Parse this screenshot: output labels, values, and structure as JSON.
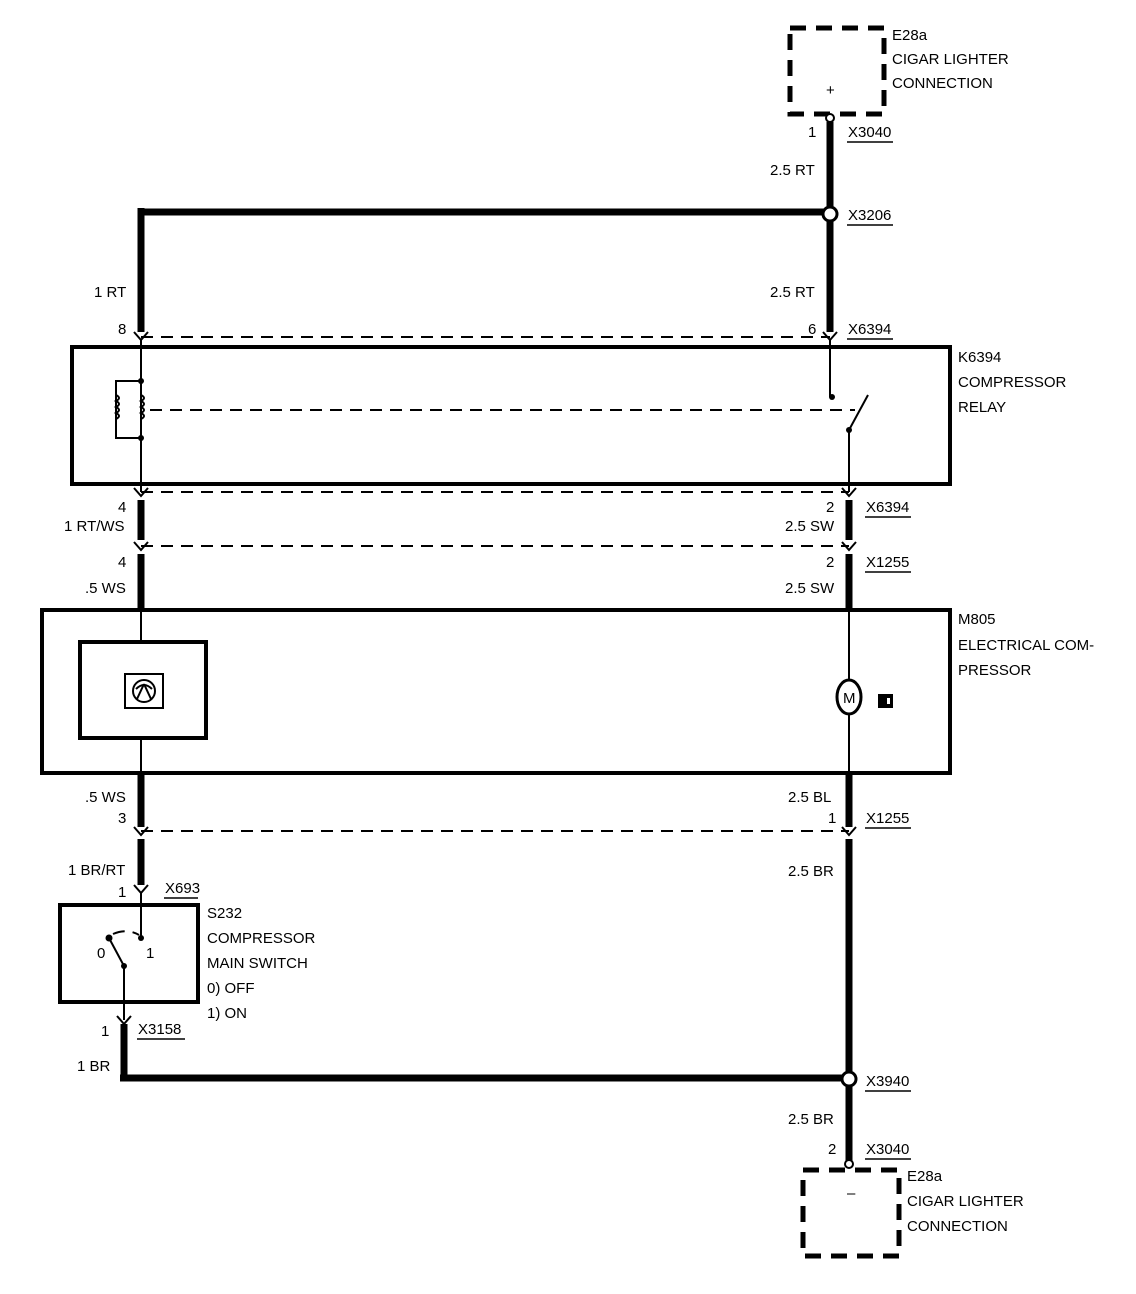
{
  "components": {
    "e28a_top": {
      "id": "E28a",
      "line1": "CIGAR LIGHTER",
      "line2": "CONNECTION",
      "terminal": "+"
    },
    "e28a_bottom": {
      "id": "E28a",
      "line1": "CIGAR LIGHTER",
      "line2": "CONNECTION",
      "terminal": "–"
    },
    "k6394": {
      "id": "K6394",
      "line1": "COMPRESSOR",
      "line2": "RELAY"
    },
    "m805": {
      "id": "M805",
      "line1": "ELECTRICAL COM-",
      "line2": "PRESSOR",
      "motor": "M"
    },
    "s232": {
      "id": "S232",
      "line1": "COMPRESSOR",
      "line2": "MAIN SWITCH",
      "opt0": "0)   OFF",
      "opt1": "1)   ON",
      "pos0": "0",
      "pos1": "1"
    }
  },
  "connectors": {
    "x3040_top": "X3040",
    "x3206": "X3206",
    "x6394_top": "X6394",
    "x6394_bot": "X6394",
    "x1255_top": "X1255",
    "x1255_bot": "X1255",
    "x693": "X693",
    "x3158": "X3158",
    "x3940": "X3940",
    "x3040_bot": "X3040"
  },
  "wires": {
    "w_25rt_1": "2.5 RT",
    "w_25rt_2": "2.5 RT",
    "w_1rt": "1 RT",
    "w_1rtws": "1 RT/WS",
    "w_25sw_1": "2.5 SW",
    "w_5ws_1": ".5 WS",
    "w_25sw_2": "2.5 SW",
    "w_5ws_2": ".5 WS",
    "w_25bl": "2.5 BL",
    "w_1brrt": "1 BR/RT",
    "w_25br_1": "2.5 BR",
    "w_1br": "1 BR",
    "w_25br_2": "2.5 BR"
  },
  "pins": {
    "p_x3040_top": "1",
    "p_x6394_8": "8",
    "p_x6394_6": "6",
    "p_x6394_4": "4",
    "p_x6394_2": "2",
    "p_x1255_4": "4",
    "p_x1255_2": "2",
    "p_x1255_3": "3",
    "p_x1255_1": "1",
    "p_x693": "1",
    "p_x3158": "1",
    "p_x3040_bot": "2"
  }
}
